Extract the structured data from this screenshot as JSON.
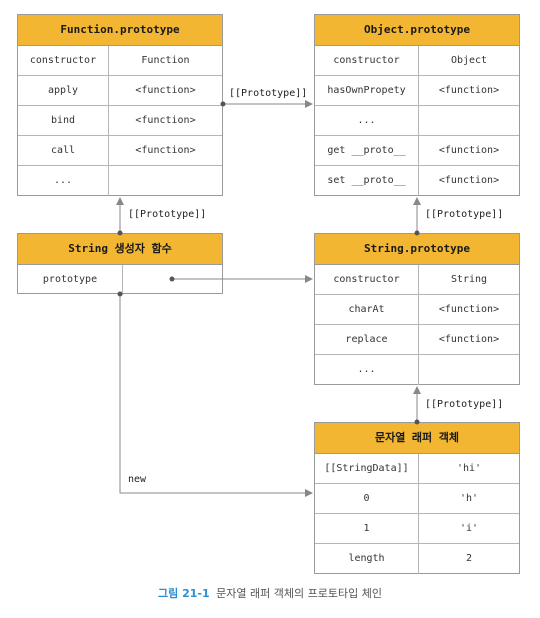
{
  "function_prototype": {
    "title": "Function.prototype",
    "rows": [
      {
        "key": "constructor",
        "value": "Function"
      },
      {
        "key": "apply",
        "value": "<function>"
      },
      {
        "key": "bind",
        "value": "<function>"
      },
      {
        "key": "call",
        "value": "<function>"
      },
      {
        "key": "...",
        "value": ""
      }
    ]
  },
  "object_prototype": {
    "title": "Object.prototype",
    "rows": [
      {
        "key": "constructor",
        "value": "Object"
      },
      {
        "key": "hasOwnPropety",
        "value": "<function>"
      },
      {
        "key": "...",
        "value": ""
      },
      {
        "key": "get __proto__",
        "value": "<function>"
      },
      {
        "key": "set __proto__",
        "value": "<function>"
      }
    ]
  },
  "string_constructor": {
    "title": "String 생성자 함수",
    "rows": [
      {
        "key": "prototype",
        "value": ""
      }
    ]
  },
  "string_prototype": {
    "title": "String.prototype",
    "rows": [
      {
        "key": "constructor",
        "value": "String"
      },
      {
        "key": "charAt",
        "value": "<function>"
      },
      {
        "key": "replace",
        "value": "<function>"
      },
      {
        "key": "...",
        "value": ""
      }
    ]
  },
  "wrapper_object": {
    "title": "문자열 래퍼 객체",
    "rows": [
      {
        "key": "[[StringData]]",
        "value": "'hi'"
      },
      {
        "key": "0",
        "value": "'h'"
      },
      {
        "key": "1",
        "value": "'i'"
      },
      {
        "key": "length",
        "value": "2"
      }
    ]
  },
  "edges": {
    "proto_fn_to_obj": "[[Prototype]]",
    "proto_ctor_to_fn": "[[Prototype]]",
    "proto_strproto_to_obj": "[[Prototype]]",
    "proto_wrapper_to_strproto": "[[Prototype]]",
    "new_label": "new"
  },
  "caption": {
    "figure": "그림 21-1",
    "text": "문자열 래퍼 객체의 프로토타입 체인"
  }
}
